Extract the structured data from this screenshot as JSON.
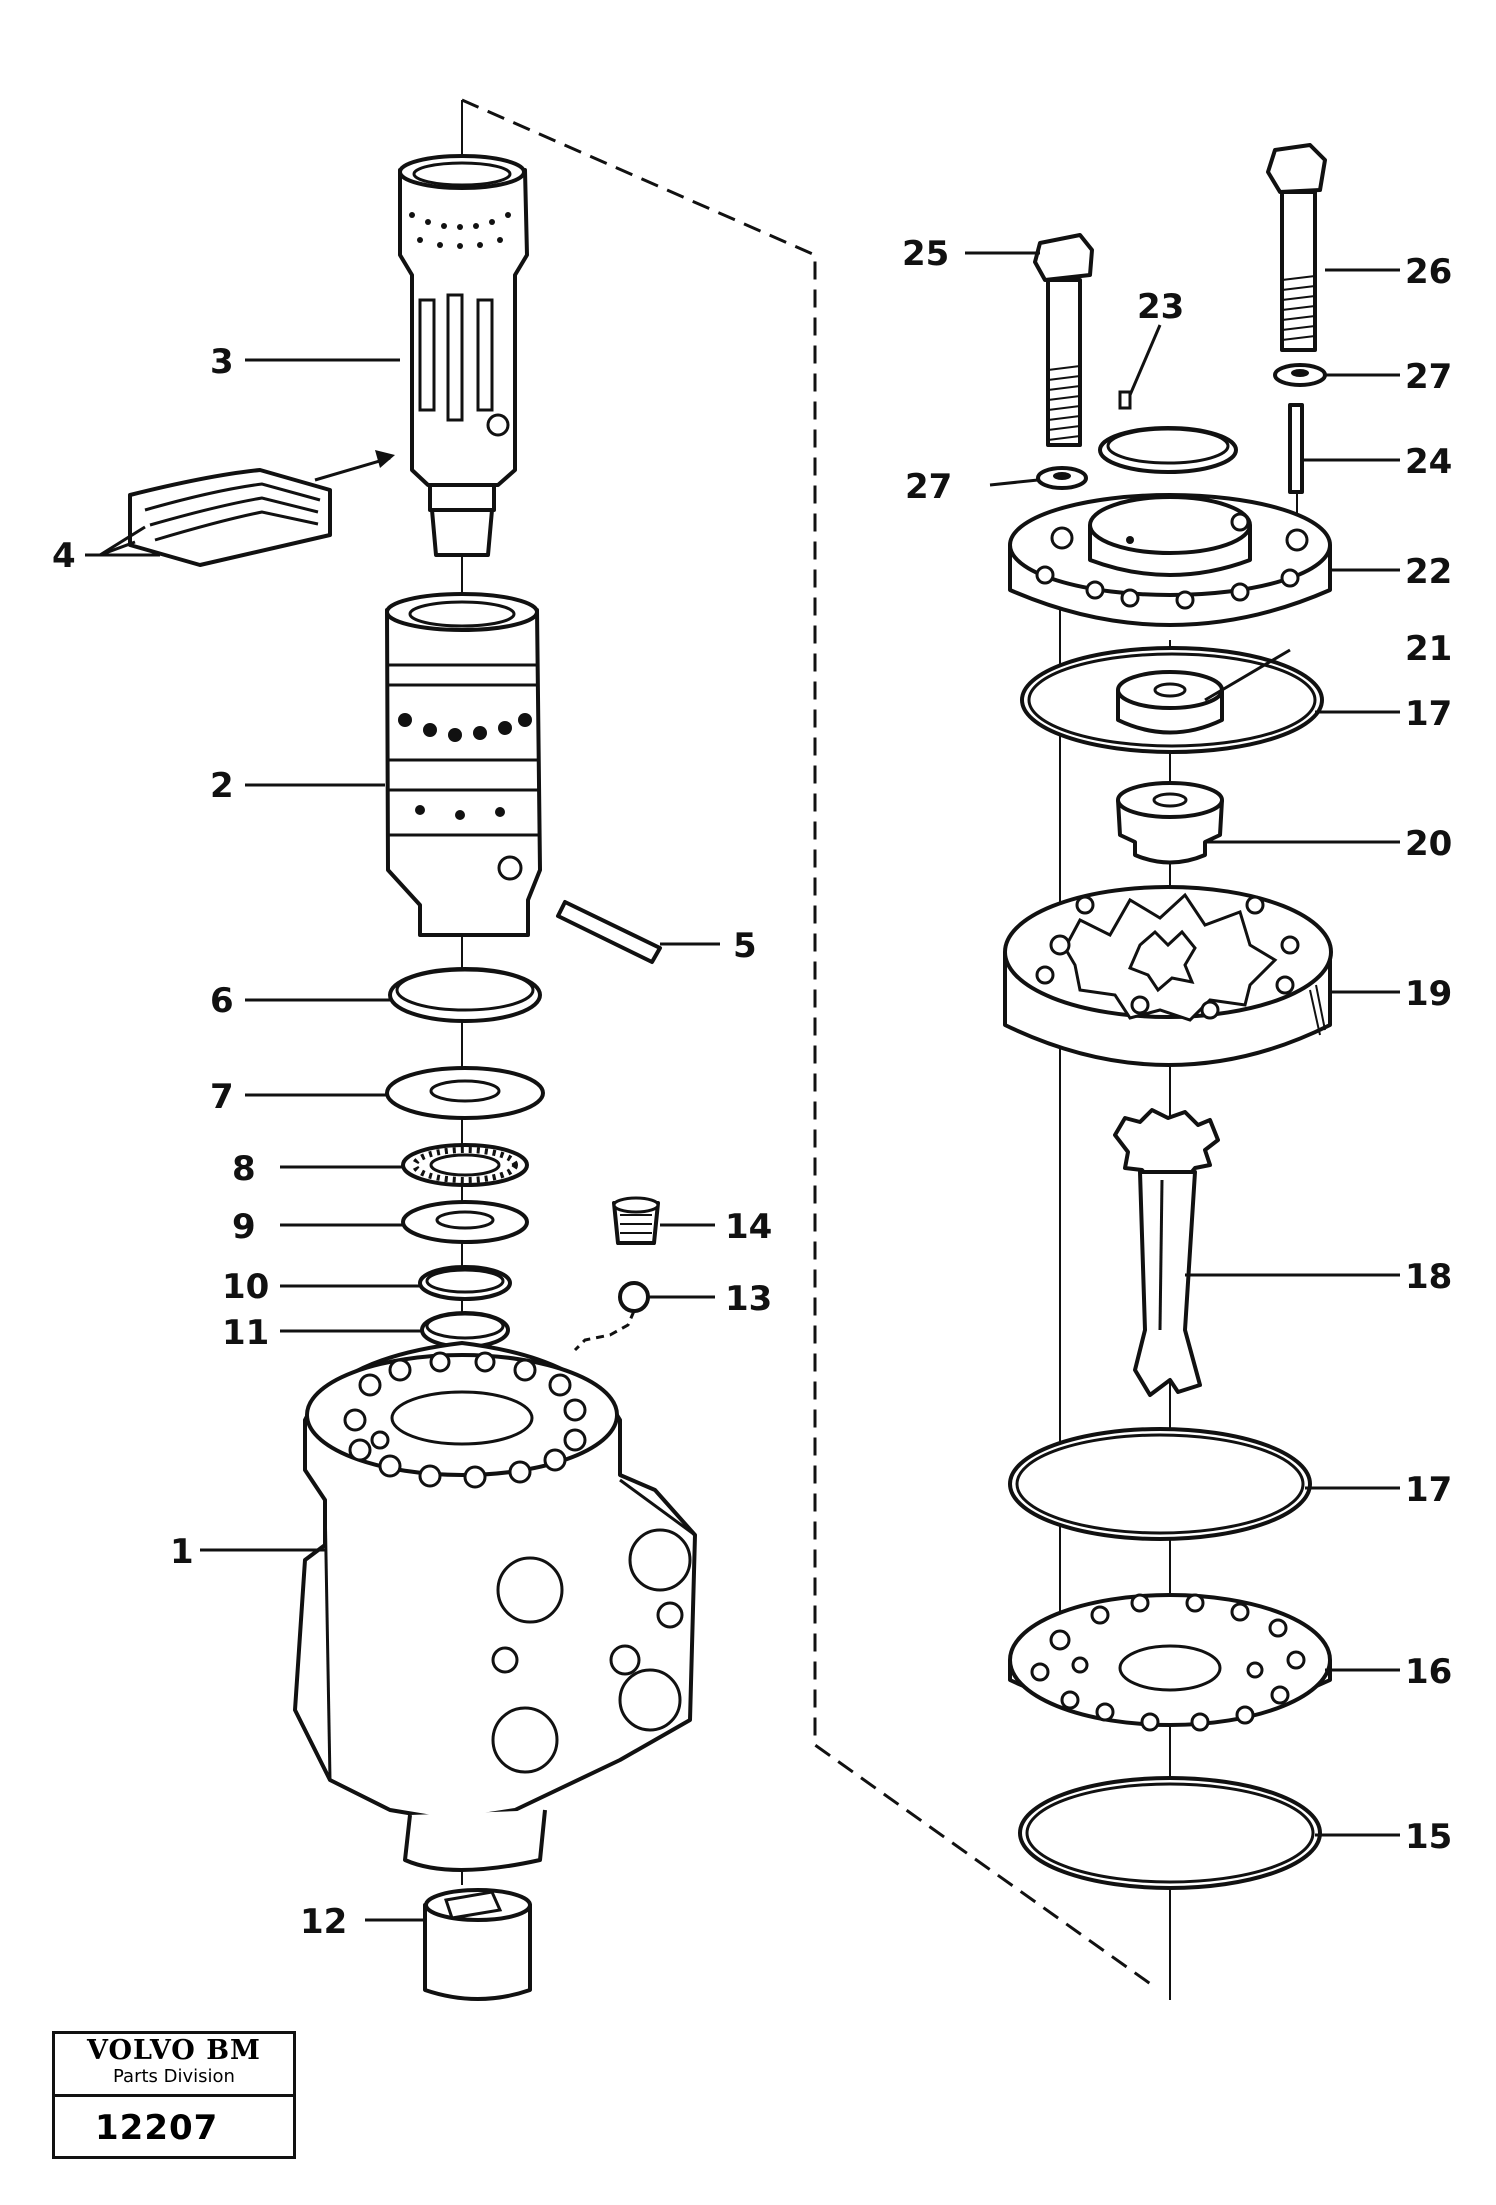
{
  "diagram": {
    "callouts": {
      "c1": "1",
      "c2": "2",
      "c3": "3",
      "c4": "4",
      "c5": "5",
      "c6": "6",
      "c7": "7",
      "c8": "8",
      "c9": "9",
      "c10": "10",
      "c11": "11",
      "c12": "12",
      "c13": "13",
      "c14": "14",
      "c15": "15",
      "c16": "16",
      "c17a": "17",
      "c17b": "17",
      "c18": "18",
      "c19": "19",
      "c20": "20",
      "c21": "21",
      "c22": "22",
      "c23": "23",
      "c24": "24",
      "c25": "25",
      "c26": "26",
      "c27a": "27",
      "c27b": "27"
    }
  },
  "title_block": {
    "brand": "VOLVO BM",
    "division": "Parts Division",
    "number": "12207"
  }
}
